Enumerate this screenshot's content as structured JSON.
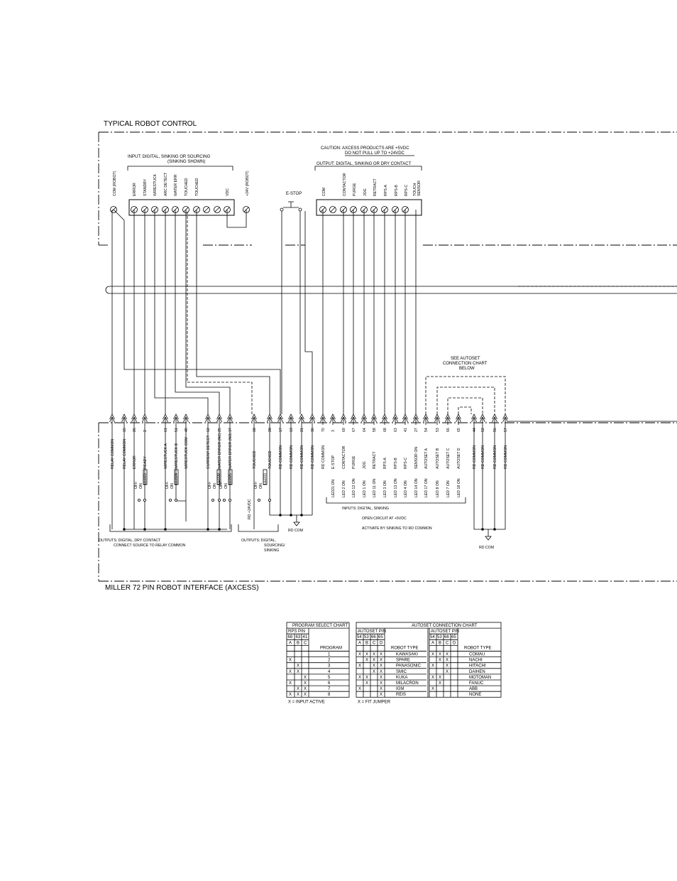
{
  "titles": {
    "top": "TYPICAL  ROBOT  CONTROL",
    "bottom": "MILLER  72  PIN  ROBOT  INTERFACE  (AXCESS)"
  },
  "robot_side": {
    "input_header_1": "INPUT:  DIGITAL,  SINKING  OR  SOURCING",
    "input_header_2": "(SINKING  SHOWN)",
    "caution_1": "CAUTION:  AXCESS  PRODUCTS  ARE  +5VDC",
    "caution_2": "DO  NOT  PULL  UP  TO  +24VDC",
    "output_header": "OUTPUT:  DIGITAL,  SINKING  OR  DRY  CONTACT",
    "com_robot": "COM (ROBOT)",
    "plus24_robot": "+24V (ROBOT)",
    "estop": "E-STOP",
    "input_terminals": [
      "ERROR",
      "STANDBY",
      "WIRESTUCK",
      "ARC DETECT",
      "WATER ERR",
      "TOUCHED",
      "TOUCHED",
      "",
      "VDC"
    ],
    "output_terminals": [
      "COM",
      "CONTACTOR",
      "PURGE",
      "JOG",
      "RETRACT",
      "RPS-A",
      "RPS-B",
      "RPS-C",
      "TOUCH SENSOR"
    ]
  },
  "autoset_note": [
    "SEE  AUTOSET",
    "CONNECTION  CHART",
    "BELOW"
  ],
  "connector_pins": [
    {
      "label": "RELAY  COMMON",
      "pin": ""
    },
    {
      "label": "RELAY  COMMON",
      "pin": "15"
    },
    {
      "label": "ERROR",
      "pin": "26"
    },
    {
      "label": "READY",
      "pin": "2"
    },
    {
      "label": "WIRESTUCK  A",
      "pin": "61"
    },
    {
      "label": "WIRESTUCK  B",
      "pin": "51"
    },
    {
      "label": "WIRESTUCK  COM",
      "pin": "49"
    },
    {
      "label": "CURRENT  DETECT",
      "pin": "62"
    },
    {
      "label": "WATER  ERROR  (NC)",
      "pin": "25"
    },
    {
      "label": "WATER  ERROR  (NO)",
      "pin": "37"
    },
    {
      "label": "TOUCHED",
      "pin": "18"
    },
    {
      "label": "TOUCHED",
      "pin": "28"
    },
    {
      "label": "RD  COMMON",
      "pin": "17"
    },
    {
      "label": "RD  COMMON",
      "pin": "13"
    },
    {
      "label": "RD  COMMON",
      "pin": "21"
    },
    {
      "label": "RD  COMMON",
      "pin": "36"
    },
    {
      "label": "RD  COMMON",
      "pin": "70"
    },
    {
      "label": "E-STOP",
      "pin": "3"
    },
    {
      "label": "CONTACTOR",
      "pin": "69"
    },
    {
      "label": "PURGE",
      "pin": "67"
    },
    {
      "label": "JOG",
      "pin": "64"
    },
    {
      "label": "RETRACT",
      "pin": "58"
    },
    {
      "label": "RPS-A",
      "pin": "68"
    },
    {
      "label": "RPS-B",
      "pin": "63"
    },
    {
      "label": "RPS-C",
      "pin": "41"
    },
    {
      "label": "SENSOR  ON",
      "pin": "27"
    },
    {
      "label": "AUTOSET  A",
      "pin": "54"
    },
    {
      "label": "AUTOSET  B",
      "pin": "53"
    },
    {
      "label": "AUTOSET  C",
      "pin": "66"
    },
    {
      "label": "AUTOSET  D",
      "pin": "65"
    },
    {
      "label": "RD  COMMON",
      "pin": "44"
    },
    {
      "label": "RD  COMMON",
      "pin": "52"
    },
    {
      "label": "RD  COMMON",
      "pin": "56"
    },
    {
      "label": "RD  COMMON",
      "pin": "57"
    }
  ],
  "led_labels": [
    "LED21  ON",
    "LED  2  ON",
    "LED  12  ON",
    "LED  1  ON",
    "LED  11  ON",
    "LED  3  ON",
    "LED  13  ON",
    "LED  4  ON",
    "LED  14  ON",
    "LED  17  ON",
    "LED  8  ON",
    "LED  7  ON",
    "LED  18  ON"
  ],
  "relays": {
    "off": "OFF",
    "on": "ON",
    "leds": [
      "LED23",
      "LED24",
      "LED29",
      "LED25",
      "LED33"
    ],
    "rd_plus24": "RD  +24VDC",
    "rd_com": "RD  COM"
  },
  "notes": {
    "outputs_dry_1": "OUTPUTS:  DIGITAL,  DRY  CONTACT",
    "outputs_dry_2": "CONNECT  SOURCE  TO  RELAY  COMMON",
    "outputs_src_1": "OUTPUTS:  DIGITAL,",
    "outputs_src_2": "SOURCING/",
    "outputs_src_3": "SINKING",
    "inputs_1": "INPUTS:  DIGITAL,  SINKING",
    "inputs_2": "OPEN  CIRCUIT  AT  +5VDC",
    "inputs_3": "ACTIVATE  BY  SINKING  TO  RD  COMMON"
  },
  "program_chart": {
    "title": "PROGRAM  SELECT  CHART",
    "group": "RPS  PIN",
    "pins": [
      "68",
      "63",
      "41"
    ],
    "letters": [
      "A",
      "B",
      "C"
    ],
    "col_program": "PROGRAM",
    "rows": [
      {
        "a": "",
        "b": "",
        "c": "",
        "program": "1"
      },
      {
        "a": "X",
        "b": "",
        "c": "",
        "program": "2"
      },
      {
        "a": "",
        "b": "X",
        "c": "",
        "program": "3"
      },
      {
        "a": "X",
        "b": "X",
        "c": "",
        "program": "4"
      },
      {
        "a": "",
        "b": "",
        "c": "X",
        "program": "5"
      },
      {
        "a": "X",
        "b": "",
        "c": "X",
        "program": "6"
      },
      {
        "a": "",
        "b": "X",
        "c": "X",
        "program": "7"
      },
      {
        "a": "X",
        "b": "X",
        "c": "X",
        "program": "8"
      }
    ],
    "legend": "X  =  INPUT  ACTIVE"
  },
  "autoset_chart": {
    "title": "AUTOSET  CONNECTION  CHART",
    "group": "AUTOSET  PIN",
    "pins": [
      "54",
      "53",
      "66",
      "65"
    ],
    "letters": [
      "A",
      "B",
      "C",
      "D"
    ],
    "col_robot": "ROBOT  TYPE",
    "left_rows": [
      {
        "a": "X",
        "b": "X",
        "c": "X",
        "d": "X",
        "robot": "KAWASAKI"
      },
      {
        "a": "",
        "b": "X",
        "c": "X",
        "d": "X",
        "robot": "SPARE"
      },
      {
        "a": "X",
        "b": "",
        "c": "X",
        "d": "X",
        "robot": "PANASONIC"
      },
      {
        "a": "",
        "b": "",
        "c": "X",
        "d": "X",
        "robot": "SMIC"
      },
      {
        "a": "X",
        "b": "X",
        "c": "",
        "d": "X",
        "robot": "KUKA"
      },
      {
        "a": "",
        "b": "X",
        "c": "",
        "d": "X",
        "robot": "MILACRON"
      },
      {
        "a": "X",
        "b": "",
        "c": "",
        "d": "X",
        "robot": "IGM"
      },
      {
        "a": "",
        "b": "",
        "c": "",
        "d": "X",
        "robot": "REIS"
      }
    ],
    "right_rows": [
      {
        "a": "X",
        "b": "X",
        "c": "X",
        "d": "",
        "robot": "COMAU"
      },
      {
        "a": "",
        "b": "X",
        "c": "X",
        "d": "",
        "robot": "NACHI"
      },
      {
        "a": "X",
        "b": "",
        "c": "X",
        "d": "",
        "robot": "HITACHI"
      },
      {
        "a": "",
        "b": "",
        "c": "X",
        "d": "",
        "robot": "DAIHEN"
      },
      {
        "a": "X",
        "b": "X",
        "c": "",
        "d": "",
        "robot": "MOTOMAN"
      },
      {
        "a": "",
        "b": "X",
        "c": "",
        "d": "",
        "robot": "FANUC"
      },
      {
        "a": "X",
        "b": "",
        "c": "",
        "d": "",
        "robot": "ABB"
      },
      {
        "a": "",
        "b": "",
        "c": "",
        "d": "",
        "robot": "NONE"
      }
    ],
    "legend": "X  =  FIT  JUMPER"
  }
}
